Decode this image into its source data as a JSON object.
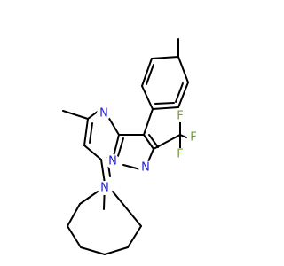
{
  "molecule": {
    "colors": {
      "bond": "#000000",
      "nitrogen": "#1f1fd6",
      "fluorine": "#6fa323",
      "background": "#ffffff"
    },
    "labels": {
      "n_ring_upper": "N",
      "n_bridge": "N",
      "n_pyrazole": "N",
      "n_azepane": "N",
      "f_top": "F",
      "f_right": "F",
      "f_bottom": "F"
    }
  }
}
